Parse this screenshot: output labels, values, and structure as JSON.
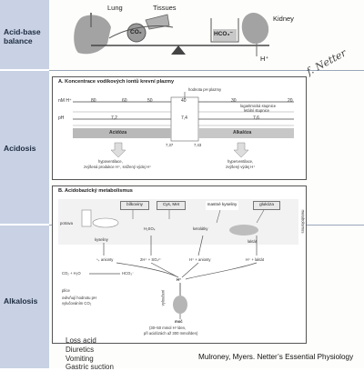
{
  "sidebar": {
    "sections": [
      {
        "label": "Acid-base\nbalance"
      },
      {
        "label": "Acidosis"
      },
      {
        "label": "Alkalosis"
      }
    ]
  },
  "top_figure": {
    "lung": "Lung",
    "tissues": "Tissues",
    "co2": "CO₂",
    "hco3": "HCO₃⁻",
    "kidney": "Kidney",
    "hplus": "H⁺"
  },
  "signature": "f. Netter",
  "panel_a": {
    "title": "A. Koncentrace vodíkových iontů krevní plazmy",
    "nmol_label": "nM H⁺",
    "nmol_ticks": [
      "80",
      "60",
      "50",
      "40",
      "30",
      "20"
    ],
    "ph_label": "pH",
    "ph_ticks": [
      "7,2",
      "7,4",
      "7,6"
    ],
    "normal_label": "hodnota pH plazmy",
    "lethal_label": "letální stupnice",
    "log_label": "logaritmická stupnice",
    "acidosis": "Acidóza",
    "alkalosis": "Alkalóza",
    "bound_low": "7,37",
    "bound_high": "7,43",
    "left_note": [
      "hypoventilace,",
      "zvýšená produkce H⁺, snížený výdej H⁺"
    ],
    "right_note": [
      "hyperventilace,",
      "zvýšený výdej H⁺"
    ]
  },
  "panel_b": {
    "title": "B. Acidobazický metabolismus",
    "potrava": "potrava",
    "metabolismus": "metabolismus",
    "bilkoviny": "bílkoviny",
    "cys_met": "Cys, Met",
    "mastne_kyseliny": "mastné kyseliny",
    "glukoza": "glukóza",
    "kyseliny": "kyseliny",
    "h2so4": "H₂SO₄",
    "ketolatky": "ketolátky",
    "laktat": "laktát",
    "anionty_1": "ⁿ₊ anionty",
    "sulfate": "2H⁺ + SO₄²⁻",
    "anionty_2": "H⁺ + anionty",
    "laktat_2": "H⁺ + laktát",
    "co2_h2o": "CO₂ + H₂O",
    "hco3": "HCO₃⁻",
    "hplus": "H⁺",
    "plice": "plíce",
    "plice_note": [
      "ovlivňují hodnotu pH",
      "vylučováním CO₂"
    ],
    "vylouceni": "vyloučení",
    "moc": "moč",
    "moc_note": [
      "(30–50 mmol H⁺/den,",
      "při acidózách až 300 mmol/den)"
    ]
  },
  "partial_lines": [
    "Loss acid",
    "Diuretics",
    "Vomiting",
    "Gastric suction"
  ],
  "caption": "Mulroney, Myers. Netter’s Essential Physiology",
  "colors": {
    "sidebar": "#c8d2e4",
    "acidosis_bar": "#b9b9b9",
    "alkalosis_bar": "#c7c7c7",
    "organ": "#a3a3a3"
  }
}
